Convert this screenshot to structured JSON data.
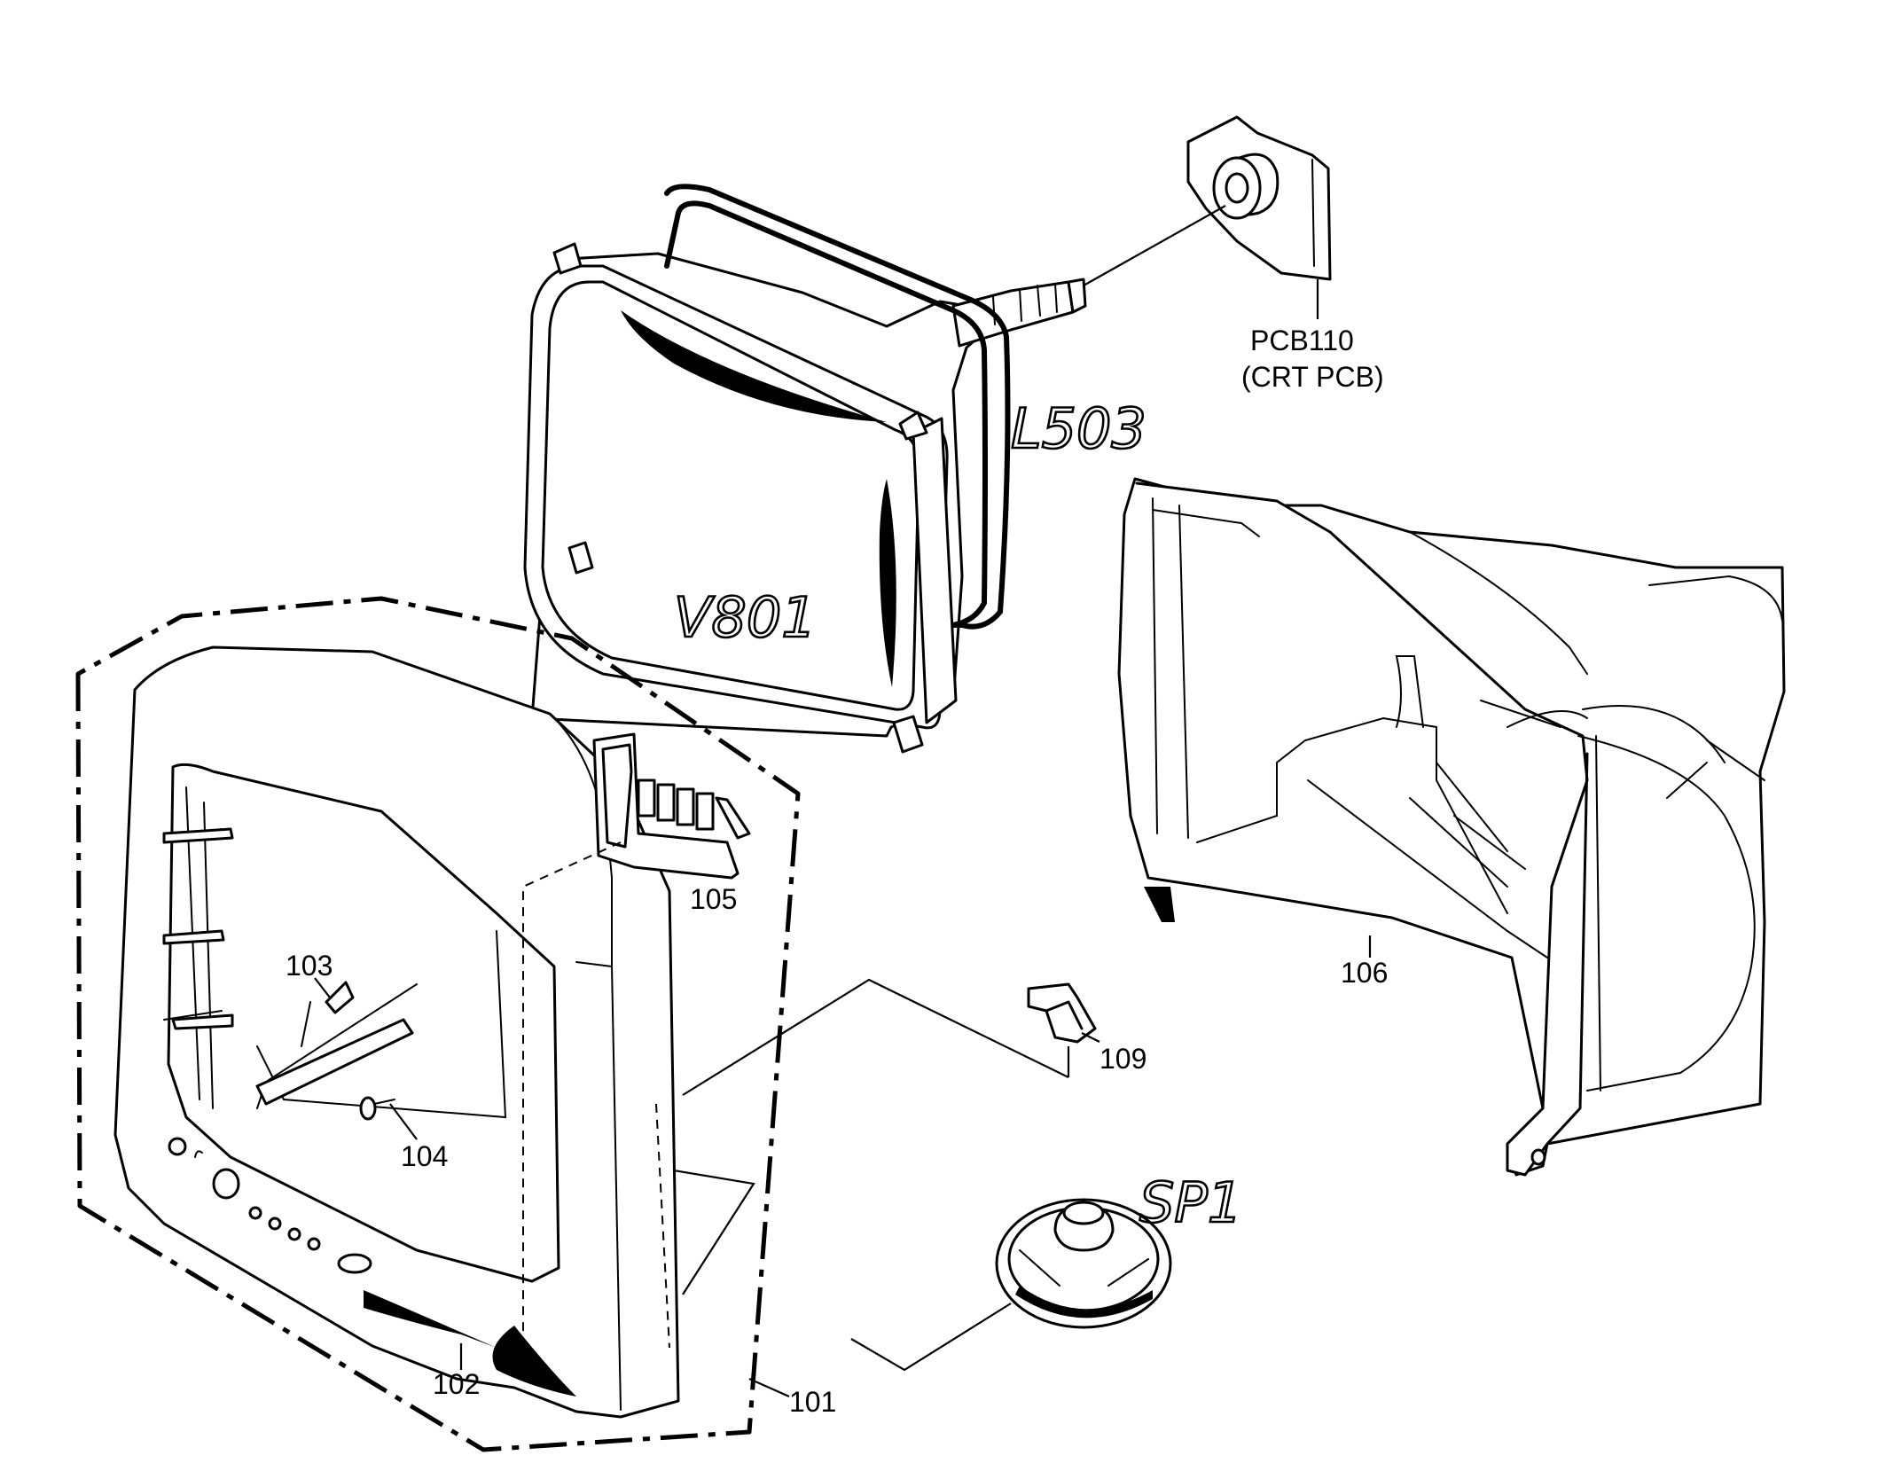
{
  "callouts": {
    "pcb": "PCB110",
    "pcb_sub": "(CRT PCB)",
    "l503": "L503",
    "v801": "V801",
    "sp1": "SP1",
    "p101": "101",
    "p102": "102",
    "p103": "103",
    "p104": "104",
    "p105": "105",
    "p106": "106",
    "p109": "109"
  }
}
